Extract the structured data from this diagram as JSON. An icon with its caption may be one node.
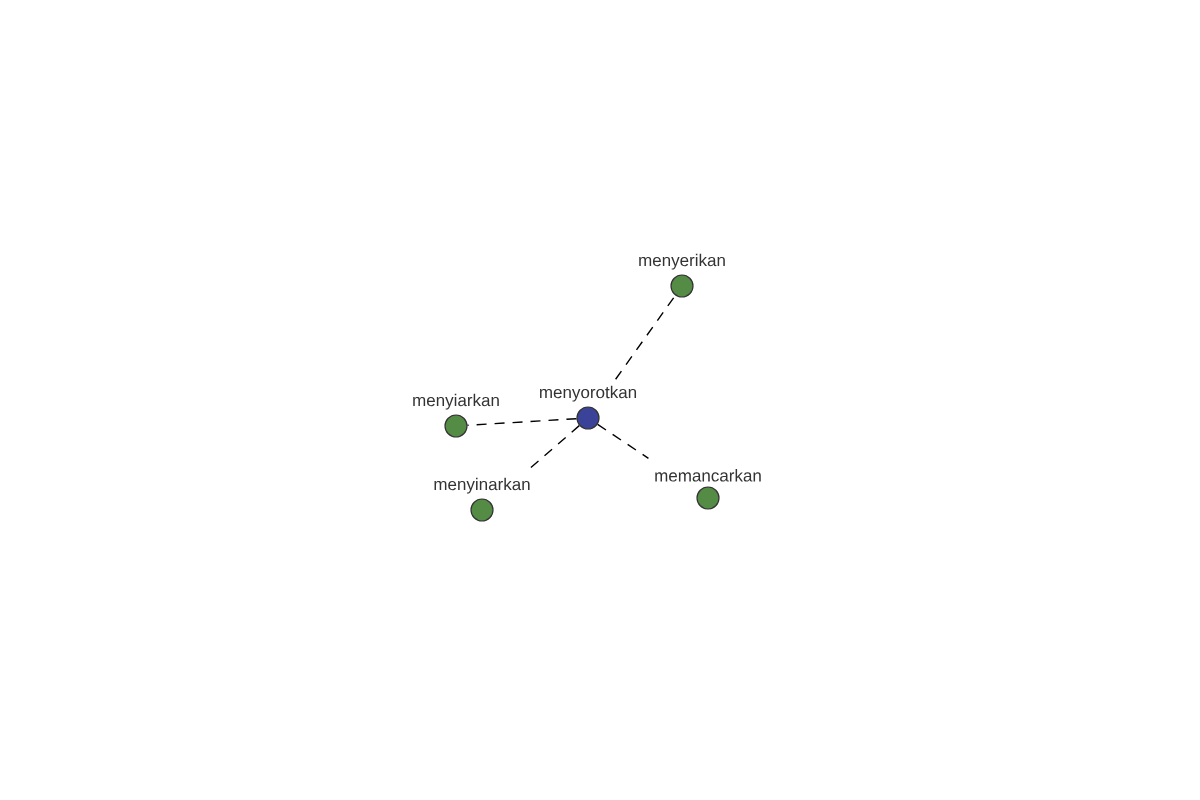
{
  "diagram": {
    "nodes": [
      {
        "text": [
          "menyorotkan"
        ]
      },
      {
        "text": [
          "menyerikan"
        ]
      },
      {
        "text": [
          "menyiarkan"
        ]
      },
      {
        "text": [
          "menyinarkan"
        ]
      },
      {
        "text": [
          "memancarkan"
        ]
      }
    ],
    "edges": [
      {
        "from": 0,
        "to": 1,
        "arrow": "none",
        "style": "dashed"
      },
      {
        "from": 0,
        "to": 2,
        "arrow": "none",
        "style": "dashed"
      },
      {
        "from": 0,
        "to": 3,
        "arrow": "none",
        "style": "dashed"
      },
      {
        "from": 0,
        "to": 4,
        "arrow": "none",
        "style": "dashed"
      }
    ]
  }
}
